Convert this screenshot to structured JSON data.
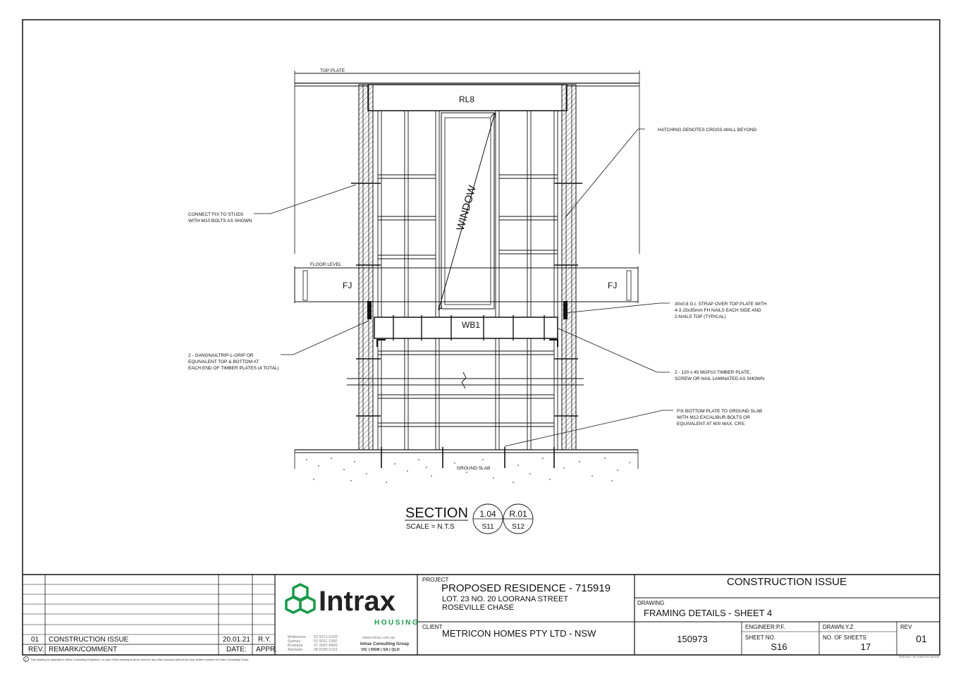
{
  "drawing": {
    "labels": {
      "top_plate": "TOP PLATE",
      "rl8": "RL8",
      "window": "WINDOW",
      "floor_level": "FLOOR LEVEL",
      "fj": "FJ",
      "wb1": "WB1",
      "ground_slab": "GROUND SLAB"
    },
    "notes": {
      "hatching": "HATCHING DENOTES CROSS-WALL BEYOND",
      "connect_fix": [
        "CONNECT FIX TO STUDS",
        "WITH M10 BOLTS AS SHOWN"
      ],
      "strap": [
        "30x0.8 G.I. STRAP OVER TOP PLATE WITH",
        "4-3.15x35mm FH NAILS EACH SIDE AND",
        "2-NAILS TOP (TYPICAL)"
      ],
      "gangnail": [
        "2 - GANGNAILTRIP-L-GRIP OR",
        "EQUIVALENT TOP & BOTTOM AT",
        "EACH END OF TIMBER PLATES (4 TOTAL)"
      ],
      "timber_plate": [
        "2 - 120 x 45 MGP10 TIMBER PLATE,",
        "SCREW OR NAIL LAMINATED AS SHOWN"
      ],
      "bottom_plate": [
        "FIX BOTTOM PLATE TO GROUND SLAB",
        "WITH M12 EXCALIBUR BOLTS OR",
        "EQUIVALENT AT 600 MAX. CRS."
      ]
    },
    "section": {
      "title": "SECTION",
      "scale": "SCALE = N.T.S",
      "ref1_top": "1.04",
      "ref1_bottom": "S11",
      "ref2_top": "R.01",
      "ref2_bottom": "S12"
    }
  },
  "title_block": {
    "revisions": [
      {
        "rev": "01",
        "remark": "CONSTRUCTION ISSUE",
        "date": "20.01.21",
        "appr": "R.Y."
      }
    ],
    "rev_headers": {
      "rev": "REV.",
      "remark": "REMARK/COMMENT",
      "date": "DATE:",
      "appr": "APPR."
    },
    "logo": {
      "name": "Intrax",
      "sub": "HOUSING",
      "offices": [
        "Melbourne",
        "Sydney",
        "Brisbane",
        "Adelaide"
      ],
      "phones": [
        "03 9371 0100",
        "02 9011 1300",
        "07 3067 6800",
        "08 8185 0122"
      ],
      "website": "www.intrax.com.au",
      "group": "Intrax Consulting Group",
      "states": "VIC | NSW | SA | QLD"
    },
    "project_label": "PROJECT",
    "project_title": "PROPOSED RESIDENCE - 715919",
    "project_address1": "LOT. 23 NO. 20 LOORANA STREET",
    "project_address2": "ROSEVILLE CHASE",
    "client_label": "CLIENT",
    "client": "METRICON HOMES PTY LTD - NSW",
    "issue": "CONSTRUCTION ISSUE",
    "drawing_label": "DRAWING",
    "drawing_title": "FRAMING DETAILS - SHEET 4",
    "job_no": "150973",
    "engineer": "ENGINEER:P.F.",
    "drawn": "DRAWN:Y.Z",
    "rev_label": "REV",
    "rev_value": "01",
    "sheet_no_label": "SHEET NO.",
    "sheet_no": "S16",
    "no_of_sheets_label": "NO. OF SHEETS",
    "no_of_sheets": "17",
    "copyright": "This drawing is copyright to Intrax Consulting Engineers, no part of this drawing shall be used for any other purpose without the prior written consent of Intrax Consulting Group.",
    "template": "TEMPLATE: SH-TEMPLATE-N04038"
  },
  "colors": {
    "logo_green": "#1a9a4a",
    "ink": "#111111"
  }
}
